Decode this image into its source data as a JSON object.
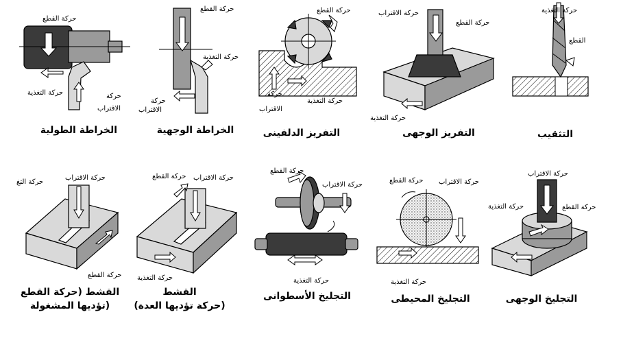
{
  "panels": [
    {
      "caption": "الخراطة الطولية",
      "labels": {
        "cut": "حركة القطع",
        "feed": "حركة التغذية",
        "approach_1": "حركة",
        "approach_2": "الاقتراب"
      }
    },
    {
      "caption": "الخراطة الوجهية",
      "labels": {
        "cut": "حركة القطع",
        "feed": "حركة التغذية",
        "approach_1": "حركة",
        "approach_2": "الاقتراب"
      }
    },
    {
      "caption": "التفريز الدلفينى",
      "labels": {
        "cut": "حركة القطع",
        "feed": "حركة التغذية",
        "approach_1": "حركة",
        "approach_2": "الاقتراب"
      }
    },
    {
      "caption": "التفريز الوجهى",
      "labels": {
        "approach": "حركة الاقتراب",
        "cut": "حركة القطع",
        "feed": "حركة التغذية"
      }
    },
    {
      "caption": "التثقيب",
      "labels": {
        "feed": "حركة التغذية",
        "cut": "القطع"
      }
    },
    {
      "caption_1": "القشط (حركة القطع",
      "caption_2": "تؤديها المشغولة)",
      "labels": {
        "approach": "حركة الاقتراب",
        "feed": "حركة التغ",
        "cut": "حركة القطع"
      }
    },
    {
      "caption_1": "القشط",
      "caption_2": "(حركة تؤديها العدة)",
      "labels": {
        "cut": "حركة القطع",
        "approach": "حركة الاقتراب",
        "feed": "حركة التغذية"
      }
    },
    {
      "caption": "التجليخ الأسطوانى",
      "labels": {
        "cut": "حركة القطع",
        "approach": "حركة الاقتراب",
        "feed": "حركة التغذية"
      }
    },
    {
      "caption": "التجليخ المحيطى",
      "labels": {
        "cut": "حركة القطع",
        "approach": "حركة الاقتراب",
        "feed": "حركة التغذية"
      }
    },
    {
      "caption": "التجليخ الوجهى",
      "labels": {
        "approach": "حركة الاقتراب",
        "feed": "حركة التغذية",
        "cut": "حركة القطع"
      }
    }
  ]
}
